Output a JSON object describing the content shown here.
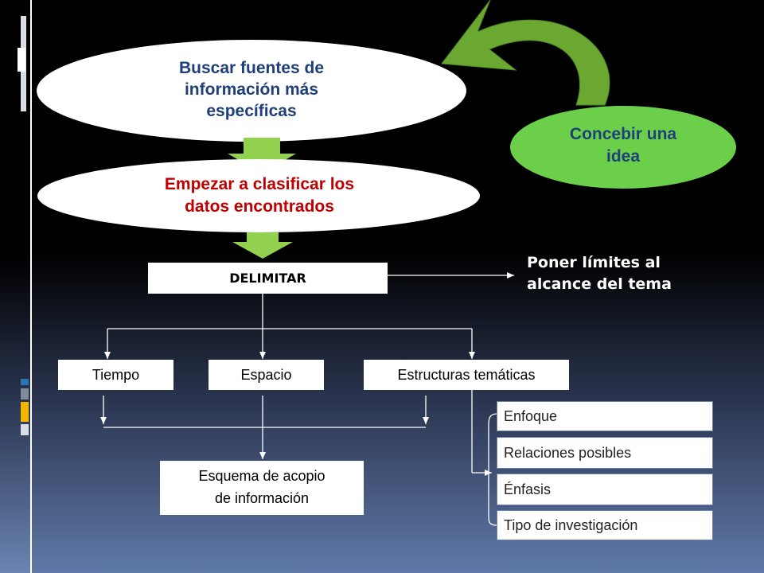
{
  "nodes": {
    "buscar": "Buscar fuentes de\ninformación más\nespecíficas",
    "concebir": "Concebir una\nidea",
    "empezar": "Empezar a clasificar los\ndatos encontrados",
    "delimitar": "DELIMITAR",
    "poner_limites": "Poner límites al\nalcance del tema",
    "tiempo": "Tiempo",
    "espacio": "Espacio",
    "estructuras": "Estructuras temáticas",
    "esquema": "Esquema de acopio\nde información"
  },
  "options": [
    "Enfoque",
    "Relaciones posibles",
    "Énfasis",
    "Tipo de investigación"
  ],
  "colors": {
    "ellipse_bg": "#ffffff",
    "concebir_bg": "#6ccf4a",
    "green_arrow": "#92d050",
    "curved_arrow": "#6aa832",
    "title_blue": "#1f3f7a",
    "red_text": "#c00000",
    "deco_gray": "#7f8c9e",
    "deco_blue": "#2e75b6",
    "deco_yellow": "#f2b800"
  }
}
